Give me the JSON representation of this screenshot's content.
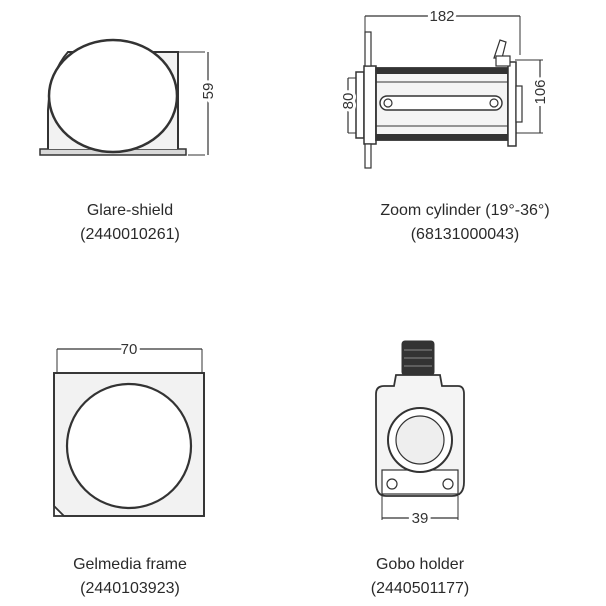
{
  "items": [
    {
      "name": "Glare-shield",
      "code": "(2440010261)",
      "dimension": "59"
    },
    {
      "name": "Zoom cylinder (19°-36°)",
      "code": "(68131000043)",
      "dimensions": [
        "182",
        "80",
        "106"
      ]
    },
    {
      "name": "Gelmedia frame",
      "code": "(2440103923)",
      "dimension": "70"
    },
    {
      "name": "Gobo holder",
      "code": "(2440501177)",
      "dimension": "39"
    }
  ]
}
